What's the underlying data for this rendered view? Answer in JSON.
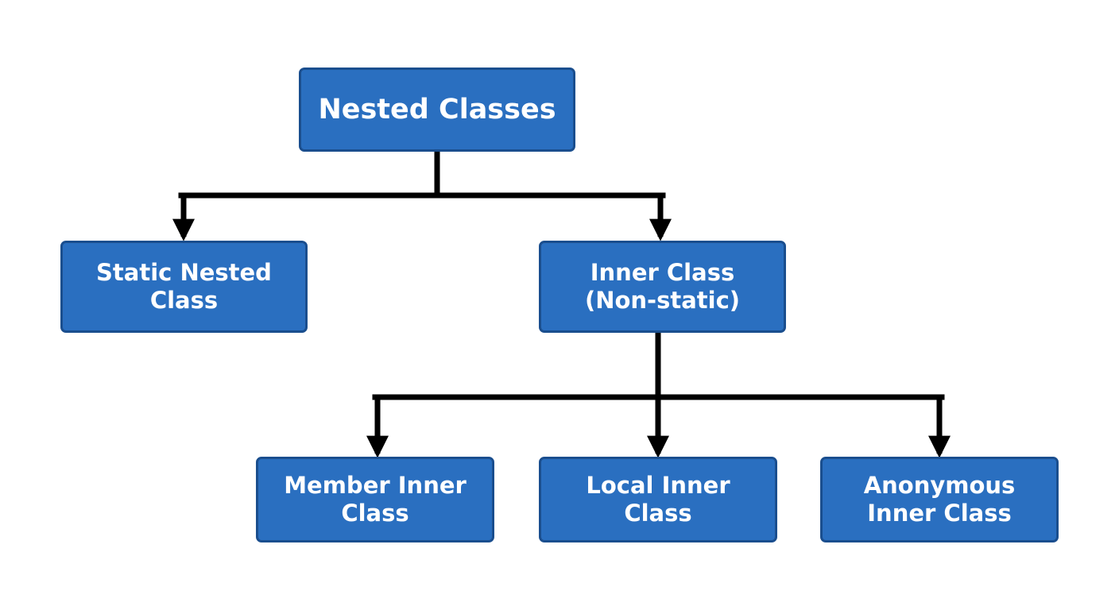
{
  "diagram": {
    "colors": {
      "node_fill": "#2a6fc0",
      "node_border": "#1a4e8e",
      "node_text": "#ffffff",
      "connector": "#000000",
      "background": "#ffffff"
    },
    "nodes": {
      "root": {
        "label": "Nested Classes"
      },
      "static": {
        "label": "Static Nested\nClass"
      },
      "inner": {
        "label": "Inner Class\n(Non-static)"
      },
      "member": {
        "label": "Member Inner\nClass"
      },
      "local": {
        "label": "Local Inner Class"
      },
      "anonymous": {
        "label": "Anonymous\nInner Class"
      }
    },
    "edges": [
      {
        "from": "root",
        "to": "static"
      },
      {
        "from": "root",
        "to": "inner"
      },
      {
        "from": "inner",
        "to": "member"
      },
      {
        "from": "inner",
        "to": "local"
      },
      {
        "from": "inner",
        "to": "anonymous"
      }
    ]
  }
}
